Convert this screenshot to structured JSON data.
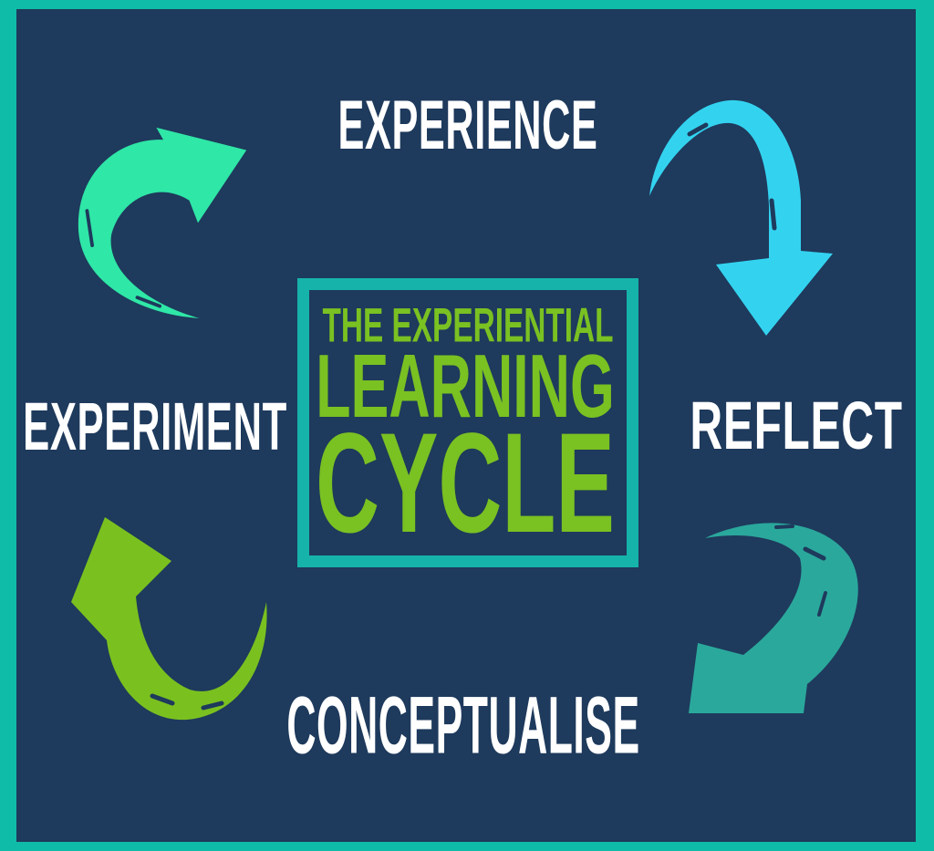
{
  "diagram": {
    "title": {
      "line1": "THE EXPERIENTIAL",
      "line2": "LEARNING",
      "line3": "CYCLE"
    },
    "stages": [
      {
        "id": "experience",
        "label": "EXPERIENCE",
        "position": "top"
      },
      {
        "id": "reflect",
        "label": "REFLECT",
        "position": "right"
      },
      {
        "id": "conceptualise",
        "label": "CONCEPTUALISE",
        "position": "bottom"
      },
      {
        "id": "experiment",
        "label": "EXPERIMENT",
        "position": "left"
      }
    ],
    "arrows": [
      {
        "id": "experiment-to-experience",
        "direction": "up-right",
        "color_name": "mint"
      },
      {
        "id": "experience-to-reflect",
        "direction": "down",
        "color_name": "cyan"
      },
      {
        "id": "reflect-to-conceptualise",
        "direction": "down-left",
        "color_name": "teal"
      },
      {
        "id": "conceptualise-to-experiment",
        "direction": "up-left",
        "color_name": "lime"
      }
    ],
    "colors": {
      "background_navy": "#1e3a5c",
      "frame_teal": "#0fbca7",
      "box_border_teal": "#16b3ab",
      "title_green": "#7ac122",
      "label_white": "#ffffff",
      "mint": "#2fe7a7",
      "cyan": "#33d3f0",
      "teal": "#2aa89c",
      "lime": "#7ac11f"
    }
  }
}
